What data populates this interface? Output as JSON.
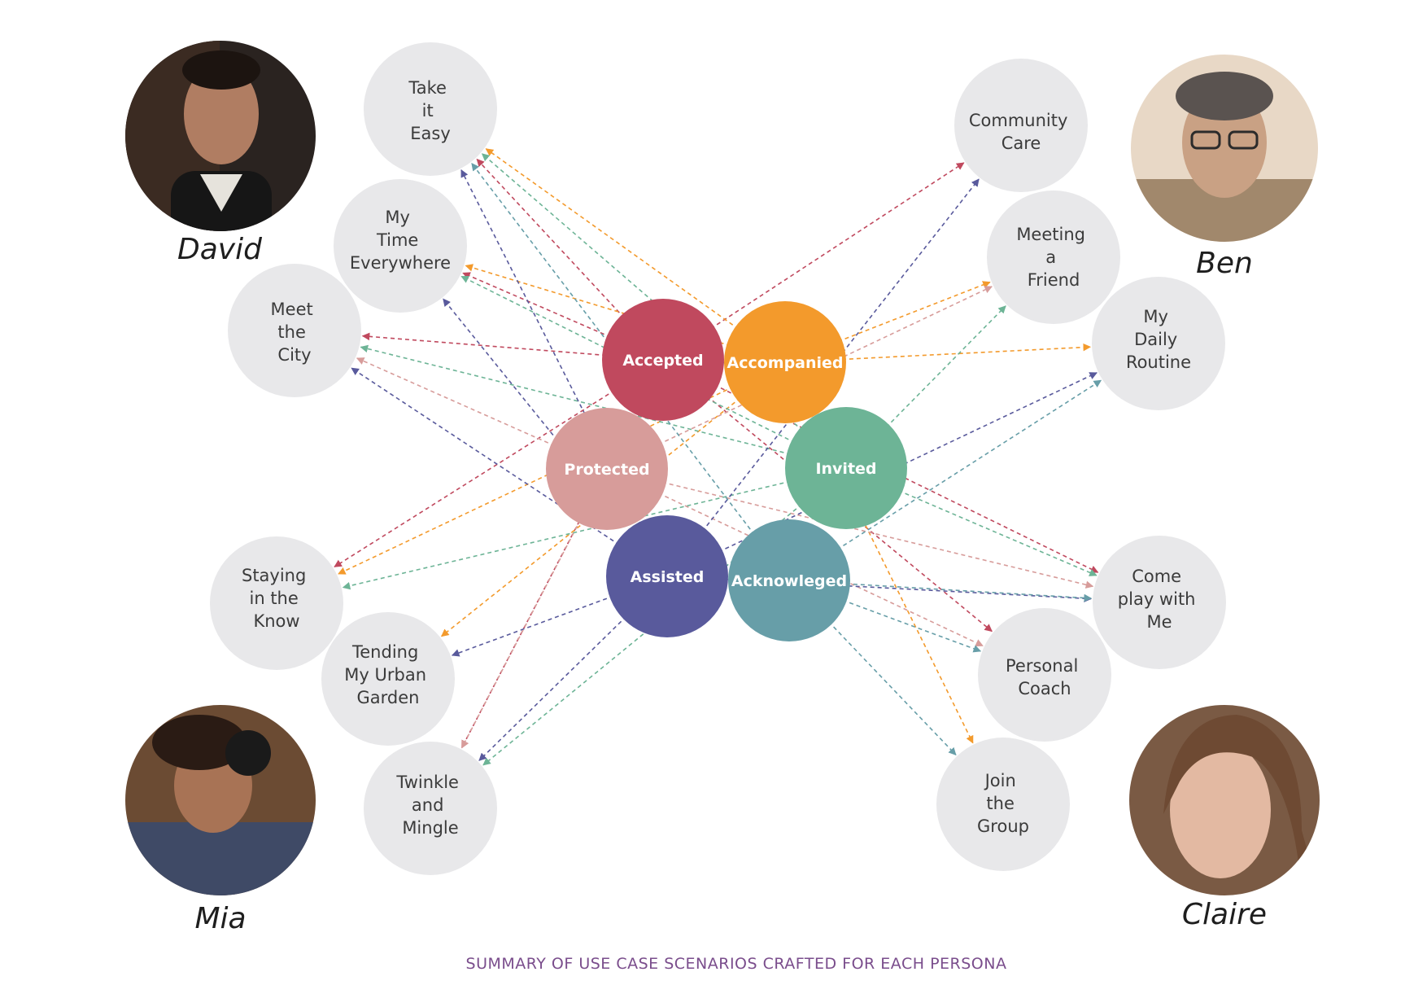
{
  "caption": "SUMMARY OF USE CASE SCENARIOS CRAFTED FOR EACH PERSONA",
  "personas": [
    {
      "id": "david",
      "name": "David"
    },
    {
      "id": "ben",
      "name": "Ben"
    },
    {
      "id": "mia",
      "name": "Mia"
    },
    {
      "id": "claire",
      "name": "Claire"
    }
  ],
  "values": [
    {
      "id": "accepted",
      "label": "Accepted",
      "color": "#c0495e"
    },
    {
      "id": "accompanied",
      "label": "Accompanied",
      "color": "#f39a2c"
    },
    {
      "id": "protected",
      "label": "Protected",
      "color": "#d79c9a"
    },
    {
      "id": "invited",
      "label": "Invited",
      "color": "#6db496"
    },
    {
      "id": "assisted",
      "label": "Assisted",
      "color": "#595a9c"
    },
    {
      "id": "acknowleged",
      "label": "Acknowleged",
      "color": "#679ea8"
    }
  ],
  "scenarios": [
    {
      "id": "take-it-easy",
      "lines": [
        "Take",
        "it",
        "Easy"
      ]
    },
    {
      "id": "my-time-everywhere",
      "lines": [
        "My",
        "Time",
        "Everywhere"
      ]
    },
    {
      "id": "meet-the-city",
      "lines": [
        "Meet",
        "the",
        "City"
      ]
    },
    {
      "id": "staying-in-the-know",
      "lines": [
        "Staying",
        "in the",
        "Know"
      ]
    },
    {
      "id": "tending-my-urban-garden",
      "lines": [
        "Tending",
        "My Urban",
        "Garden"
      ]
    },
    {
      "id": "twinkle-and-mingle",
      "lines": [
        "Twinkle",
        "and",
        "Mingle"
      ]
    },
    {
      "id": "community-care",
      "lines": [
        "Community",
        "Care"
      ]
    },
    {
      "id": "meeting-a-friend",
      "lines": [
        "Meeting",
        "a",
        "Friend"
      ]
    },
    {
      "id": "my-daily-routine",
      "lines": [
        "My",
        "Daily",
        "Routine"
      ]
    },
    {
      "id": "come-play-with-me",
      "lines": [
        "Come",
        "play with",
        "Me"
      ]
    },
    {
      "id": "personal-coach",
      "lines": [
        "Personal",
        "Coach"
      ]
    },
    {
      "id": "join-the-group",
      "lines": [
        "Join",
        "the",
        "Group"
      ]
    }
  ],
  "connections": [
    [
      "accepted",
      "take-it-easy"
    ],
    [
      "accepted",
      "my-time-everywhere"
    ],
    [
      "accepted",
      "meet-the-city"
    ],
    [
      "accepted",
      "staying-in-the-know"
    ],
    [
      "accepted",
      "twinkle-and-mingle"
    ],
    [
      "accepted",
      "community-care"
    ],
    [
      "accepted",
      "come-play-with-me"
    ],
    [
      "accepted",
      "personal-coach"
    ],
    [
      "accompanied",
      "take-it-easy"
    ],
    [
      "accompanied",
      "my-time-everywhere"
    ],
    [
      "accompanied",
      "staying-in-the-know"
    ],
    [
      "accompanied",
      "tending-my-urban-garden"
    ],
    [
      "accompanied",
      "meeting-a-friend"
    ],
    [
      "accompanied",
      "my-daily-routine"
    ],
    [
      "accompanied",
      "join-the-group"
    ],
    [
      "protected",
      "meet-the-city"
    ],
    [
      "protected",
      "twinkle-and-mingle"
    ],
    [
      "protected",
      "meeting-a-friend"
    ],
    [
      "protected",
      "come-play-with-me"
    ],
    [
      "protected",
      "personal-coach"
    ],
    [
      "invited",
      "take-it-easy"
    ],
    [
      "invited",
      "my-time-everywhere"
    ],
    [
      "invited",
      "meet-the-city"
    ],
    [
      "invited",
      "staying-in-the-know"
    ],
    [
      "invited",
      "twinkle-and-mingle"
    ],
    [
      "invited",
      "meeting-a-friend"
    ],
    [
      "invited",
      "come-play-with-me"
    ],
    [
      "assisted",
      "take-it-easy"
    ],
    [
      "assisted",
      "my-time-everywhere"
    ],
    [
      "assisted",
      "meet-the-city"
    ],
    [
      "assisted",
      "tending-my-urban-garden"
    ],
    [
      "assisted",
      "twinkle-and-mingle"
    ],
    [
      "assisted",
      "community-care"
    ],
    [
      "assisted",
      "my-daily-routine"
    ],
    [
      "assisted",
      "come-play-with-me"
    ],
    [
      "acknowleged",
      "take-it-easy"
    ],
    [
      "acknowleged",
      "my-daily-routine"
    ],
    [
      "acknowleged",
      "come-play-with-me"
    ],
    [
      "acknowleged",
      "personal-coach"
    ],
    [
      "acknowleged",
      "join-the-group"
    ]
  ]
}
